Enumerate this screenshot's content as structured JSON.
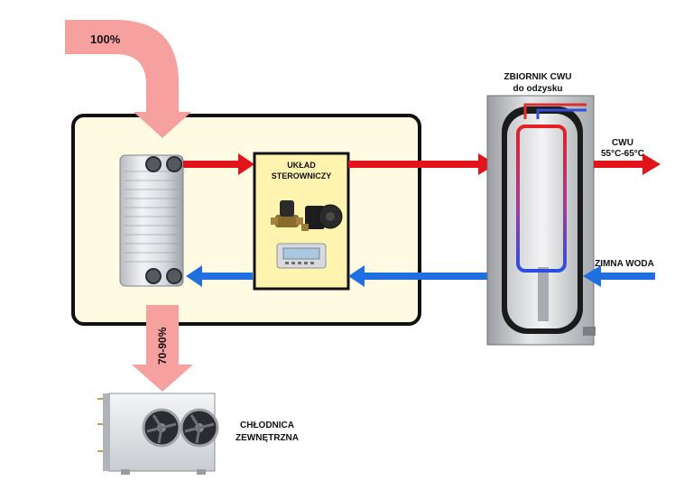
{
  "input": {
    "percent_label": "100%"
  },
  "exchanger_output": {
    "percent_label": "70-90%"
  },
  "control_unit": {
    "label_line1": "UKŁAD",
    "label_line2": "STEROWNICZY"
  },
  "tank": {
    "title_line1": "ZBIORNIK CWU",
    "title_line2": "do odzysku"
  },
  "hot_water": {
    "label_line1": "CWU",
    "label_line2": "55°C-65°C"
  },
  "cold_water": {
    "label": "ZIMNA WODA"
  },
  "cooler": {
    "label_line1": "CHŁODNICA",
    "label_line2": "ZEWNĘTRZNA"
  },
  "colors": {
    "hot_flow": "#e3131b",
    "cold_flow": "#1f6fe0",
    "heat_arrow": "#f7a0a0",
    "system_box_fill": "#fffbe3",
    "system_box_stroke": "#111111"
  },
  "icons": [
    "plate-heat-exchanger-icon",
    "valve-icon",
    "pump-icon",
    "controller-display-icon",
    "hot-water-tank-icon",
    "coil-icon",
    "external-cooler-icon",
    "fan-icon"
  ]
}
